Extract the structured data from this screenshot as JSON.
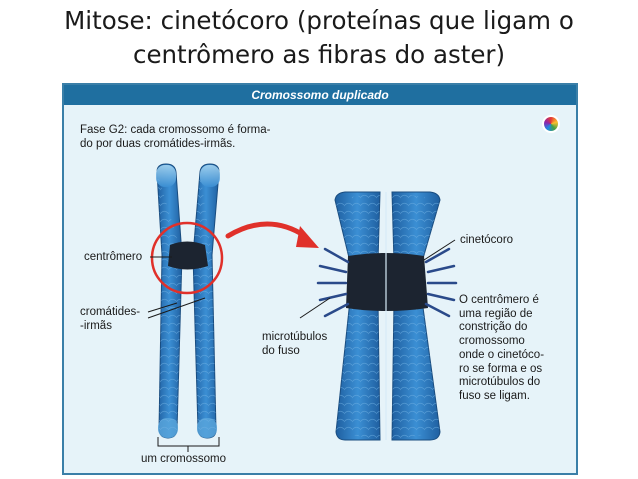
{
  "title_line1": "Mitose: cinetócoro (proteínas que ligam o",
  "title_line2": "centrômero as fibras do aster)",
  "panel": {
    "header": "Cromossomo duplicado",
    "fase_text": "Fase G2: cada cromossomo é forma-\ndo por duas cromátides-irmãs.",
    "centromero_label": "centrômero",
    "cromatides_label": "cromátides-\n-irmãs",
    "um_cromossomo_label": "um cromossomo",
    "microtubulos_label": "microtúbulos\ndo fuso",
    "cinetocoro_label": "cinetócoro",
    "description": "O centrômero é\numa região de\nconstrição do\ncromossomo\nonde o cinetóco-\nro se forma e os\nmicrotúbulos do\nfuso se ligam."
  },
  "colors": {
    "chromatid": "#2f7fc4",
    "chromatid_tip": "#8ec6ea",
    "centromere": "#1c2430",
    "highlight_circle": "#e0302a",
    "arrow": "#e0302a",
    "header_bg": "#1f6fa0",
    "panel_bg": "#e6f3f9"
  }
}
